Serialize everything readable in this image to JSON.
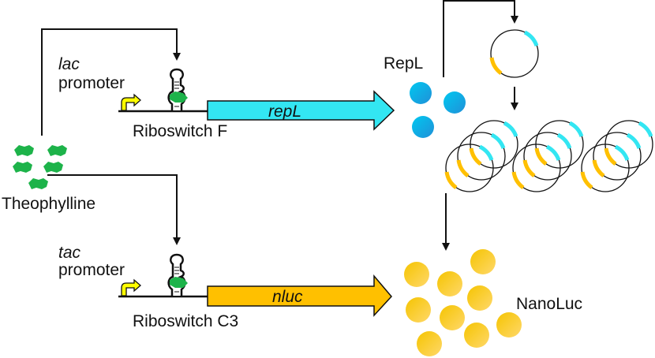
{
  "labels": {
    "lac_italic": "lac",
    "lac_promoter": "promoter",
    "riboswitch_f": "Riboswitch F",
    "repl_gene": "repL",
    "repl_protein": "RepL",
    "theophylline": "Theophylline",
    "tac_italic": "tac",
    "tac_promoter": "promoter",
    "riboswitch_c3": "Riboswitch C3",
    "nluc_gene": "nluc",
    "nanoluc_protein": "NanoLuc"
  },
  "colors": {
    "repl": "#33e6f2",
    "nluc": "#ffc000",
    "theophylline": "#1db34a",
    "promoter_arrow": "#ffff00",
    "repl_protein": "#1aaee0",
    "nanoluc_protein": "#f8c820"
  }
}
